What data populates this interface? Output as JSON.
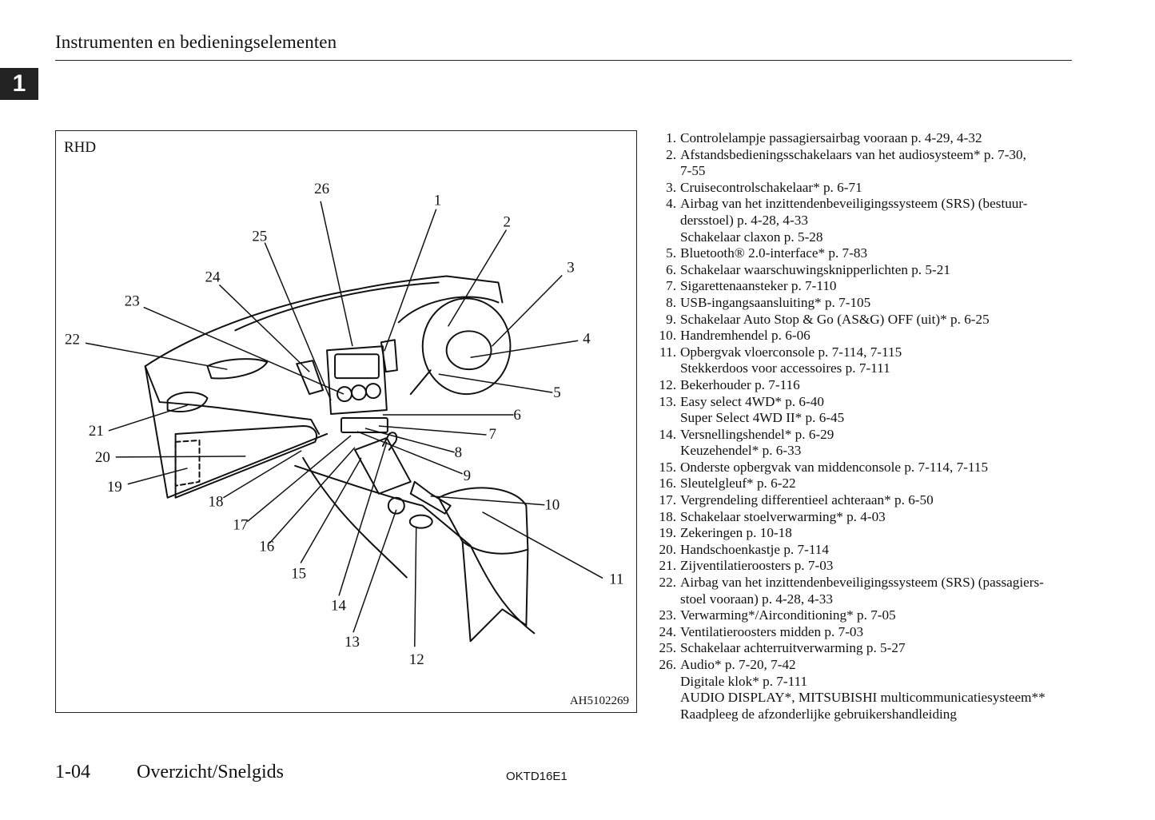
{
  "header": {
    "title": "Instrumenten en bedieningselementen",
    "chapter_tab": "1"
  },
  "figure": {
    "tag": "RHD",
    "code": "AH5102269",
    "callouts": [
      "26",
      "1",
      "25",
      "2",
      "24",
      "3",
      "23",
      "22",
      "4",
      "5",
      "21",
      "6",
      "7",
      "20",
      "8",
      "19",
      "9",
      "18",
      "10",
      "17",
      "16",
      "11",
      "15",
      "14",
      "13",
      "12"
    ]
  },
  "legend": [
    {
      "num": "1.",
      "lines": [
        "Controlelampje passagiersairbag vooraan p. 4-29, 4-32"
      ]
    },
    {
      "num": "2.",
      "lines": [
        "Afstandsbedieningsschakelaars van het audiosysteem* p. 7-30,",
        "7-55"
      ]
    },
    {
      "num": "3.",
      "lines": [
        "Cruisecontrolschakelaar* p. 6-71"
      ]
    },
    {
      "num": "4.",
      "lines": [
        "Airbag van het inzittendenbeveiligingssysteem (SRS) (bestuur-",
        "dersstoel) p. 4-28, 4-33",
        "Schakelaar claxon p. 5-28"
      ]
    },
    {
      "num": "5.",
      "lines": [
        "Bluetooth® 2.0-interface* p. 7-83"
      ]
    },
    {
      "num": "6.",
      "lines": [
        "Schakelaar waarschuwingsknipperlichten p. 5-21"
      ]
    },
    {
      "num": "7.",
      "lines": [
        "Sigarettenaansteker p. 7-110"
      ]
    },
    {
      "num": "8.",
      "lines": [
        "USB-ingangsaansluiting* p. 7-105"
      ]
    },
    {
      "num": "9.",
      "lines": [
        "Schakelaar Auto Stop & Go (AS&G) OFF (uit)* p. 6-25"
      ]
    },
    {
      "num": "10.",
      "lines": [
        "Handremhendel p. 6-06"
      ]
    },
    {
      "num": "11.",
      "lines": [
        "Opbergvak vloerconsole p. 7-114, 7-115",
        "Stekkerdoos voor accessoires p. 7-111"
      ]
    },
    {
      "num": "12.",
      "lines": [
        "Bekerhouder p. 7-116"
      ]
    },
    {
      "num": "13.",
      "lines": [
        "Easy select 4WD* p. 6-40",
        "Super Select 4WD II* p. 6-45"
      ]
    },
    {
      "num": "14.",
      "lines": [
        "Versnellingshendel* p. 6-29",
        "Keuzehendel* p. 6-33"
      ]
    },
    {
      "num": "15.",
      "lines": [
        "Onderste opbergvak van middenconsole p. 7-114, 7-115"
      ]
    },
    {
      "num": "16.",
      "lines": [
        "Sleutelgleuf* p. 6-22"
      ]
    },
    {
      "num": "17.",
      "lines": [
        "Vergrendeling differentieel achteraan* p. 6-50"
      ]
    },
    {
      "num": "18.",
      "lines": [
        "Schakelaar stoelverwarming* p. 4-03"
      ]
    },
    {
      "num": "19.",
      "lines": [
        "Zekeringen p. 10-18"
      ]
    },
    {
      "num": "20.",
      "lines": [
        "Handschoenkastje p. 7-114"
      ]
    },
    {
      "num": "21.",
      "lines": [
        "Zijventilatieroosters p. 7-03"
      ]
    },
    {
      "num": "22.",
      "lines": [
        "Airbag van het inzittendenbeveiligingssysteem (SRS) (passagiers-",
        "stoel vooraan) p. 4-28, 4-33"
      ]
    },
    {
      "num": "23.",
      "lines": [
        "Verwarming*/Airconditioning* p. 7-05"
      ]
    },
    {
      "num": "24.",
      "lines": [
        "Ventilatieroosters midden p. 7-03"
      ]
    },
    {
      "num": "25.",
      "lines": [
        "Schakelaar achterruitverwarming p. 5-27"
      ]
    },
    {
      "num": "26.",
      "lines": [
        "Audio* p. 7-20, 7-42",
        "Digitale klok* p. 7-111",
        "AUDIO DISPLAY*, MITSUBISHI multicommunicatiesysteem**",
        "Raadpleeg de afzonderlijke gebruikershandleiding"
      ]
    }
  ],
  "footer": {
    "page": "1-04",
    "section": "Overzicht/Snelgids",
    "code": "OKTD16E1"
  }
}
